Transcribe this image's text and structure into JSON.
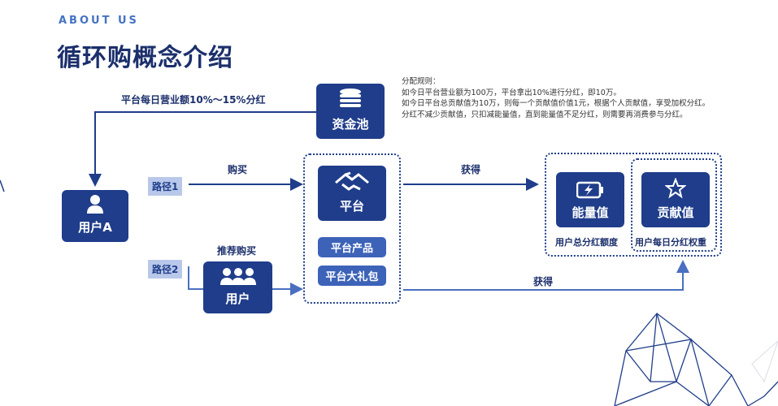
{
  "header": {
    "eyebrow": "ABOUT US",
    "title": "循环购概念介绍"
  },
  "rules": {
    "heading": "分配规则：",
    "lines": [
      "如今日平台营业额为100万，平台拿出10%进行分红，即10万。",
      "如今日平台总贡献值为10万，则每一个贡献值价值1元，根据个人贡献值，享受加权分红。",
      "分红不减少贡献值，只扣减能量值，直到能量值不足分红，则需要再消费参与分红。"
    ]
  },
  "nodes": {
    "pool": "资金池",
    "user_a": "用户A",
    "platform": "平台",
    "user": "用户",
    "platform_product": "平台产品",
    "platform_gift": "平台大礼包",
    "energy": "能量值",
    "contribution": "贡献值"
  },
  "labels": {
    "daily_share": "平台每日营业额10%～15%分红",
    "path1": "路径1",
    "path2": "路径2",
    "buy": "购买",
    "recommend_buy": "推荐购买",
    "obtain_top": "获得",
    "obtain_bottom": "获得",
    "energy_caption": "用户总分红额度",
    "contribution_caption": "用户每日分红权重"
  },
  "icons": {
    "pool": "coin-stack-icon",
    "user_a": "person-icon",
    "platform": "handshake-icon",
    "user": "group-icon",
    "energy": "battery-bolt-icon",
    "contribution": "star-icon"
  },
  "colors": {
    "navy": "#1f3d8a",
    "accent": "#4472c4",
    "pill": "#3d63b8",
    "tag": "#b9c8ea"
  }
}
